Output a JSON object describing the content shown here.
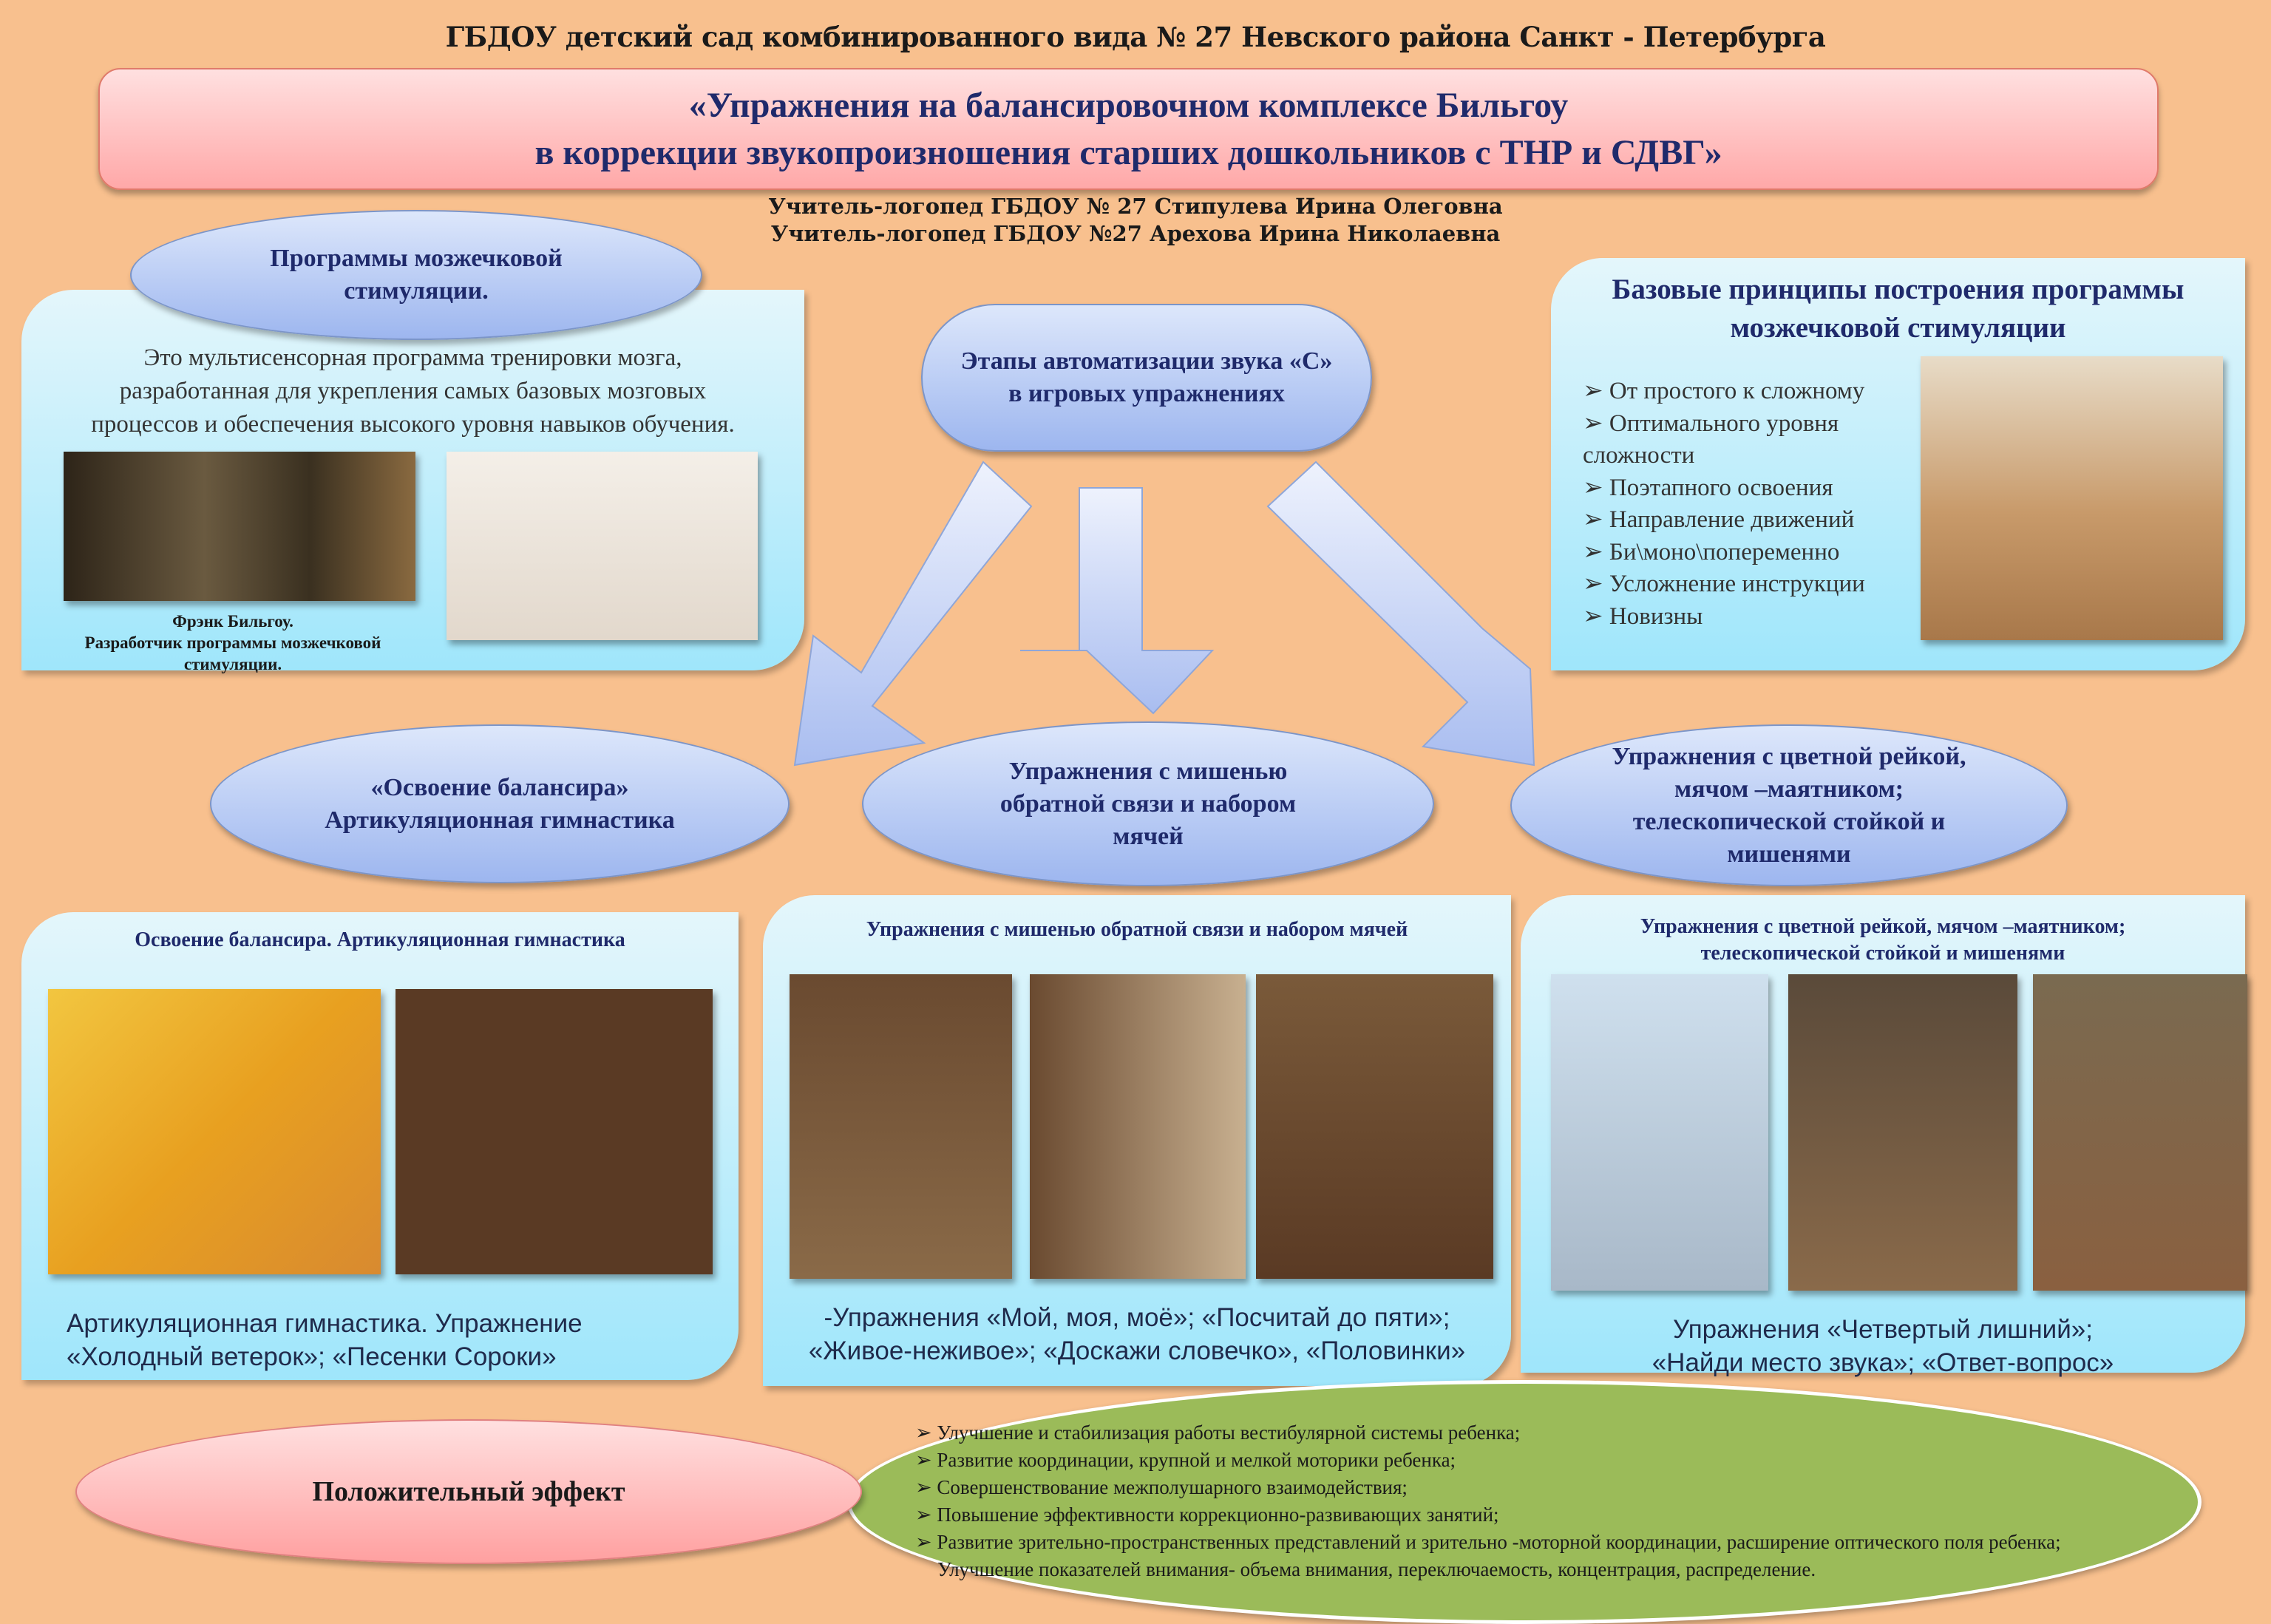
{
  "header": "ГБДОУ детский сад комбинированного вида № 27 Невского района Санкт - Петербурга",
  "title": [
    "«Упражнения на балансировочном комплексе Бильгоу",
    "в коррекции звукопроизношения старших дошкольников с ТНР и СДВГ»"
  ],
  "authors": [
    "Учитель-логопед ГБДОУ № 27  Стипулева Ирина Олеговна",
    "Учитель-логопед ГБДОУ №27   Арехова Ирина Николаевна"
  ],
  "programs": {
    "title": [
      "Программы мозжечковой",
      "стимуляции."
    ],
    "text": [
      "Это мультисенсорная программа тренировки мозга,",
      "разработанная для укрепления самых базовых мозговых",
      "процессов и обеспечения высокого уровня навыков обучения."
    ],
    "caption": [
      "Фрэнк Бильгоу.",
      "Разработчик программы мозжечковой",
      "стимуляции."
    ]
  },
  "stages": [
    "Этапы автоматизации звука «С»",
    "в игровых упражнениях"
  ],
  "principles": {
    "title": [
      "Базовые принципы построения программы",
      "мозжечковой стимуляции"
    ],
    "items": [
      "От простого к сложному",
      "Оптимального уровня",
      "сложности",
      "Поэтапного освоения",
      "Направление движений",
      "Би\\моно\\попеременно",
      "Усложнение инструкции",
      "Новизны"
    ]
  },
  "ellipses": {
    "left": [
      "«Освоение балансира»",
      "Артикуляционная гимнастика"
    ],
    "middle": [
      "Упражнения с мишенью",
      "обратной связи и набором",
      "мячей"
    ],
    "right": [
      "Упражнения с цветной рейкой,",
      "мячом –маятником;",
      "телескопической стойкой и",
      "мишенями"
    ]
  },
  "panels": {
    "left": {
      "title": "Освоение балансира. Артикуляционная гимнастика",
      "caption": [
        "Артикуляционная гимнастика. Упражнение",
        "«Холодный ветерок»; «Песенки Сороки»"
      ]
    },
    "middle": {
      "title": "Упражнения с мишенью обратной связи и набором мячей",
      "caption": [
        "-Упражнения «Мой, моя, моё»; «Посчитай до пяти»;",
        "«Живое-неживое»;  «Доскажи словечко», «Половинки»"
      ]
    },
    "right": {
      "title": [
        "Упражнения с цветной рейкой, мячом –маятником;",
        "телескопической стойкой и мишенями"
      ],
      "caption": [
        "Упражнения «Четвертый лишний»;",
        "«Найди место звука»; «Ответ-вопрос»"
      ]
    }
  },
  "effect": {
    "label": "Положительный эффект",
    "items": [
      "Улучшение и стабилизация работы вестибулярной системы ребенка;",
      "Развитие координации, крупной и мелкой моторики ребенка;",
      "Совершенствование межполушарного взаимодействия;",
      "Повышение эффективности коррекционно-развивающих занятий;",
      "Развитие зрительно-пространственных представлений и  зрительно -моторной координации, расширение оптического поля ребенка; Улучшение показателей внимания- объема внимания, переключаемость, концентрация, распределение."
    ]
  }
}
